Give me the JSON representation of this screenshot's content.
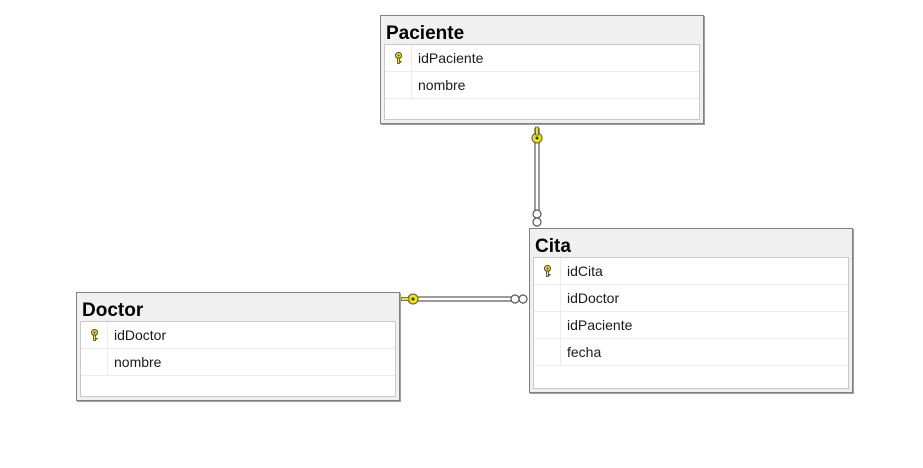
{
  "diagram": {
    "tables": {
      "paciente": {
        "title": "Paciente",
        "columns": [
          "idPaciente",
          "nombre"
        ]
      },
      "cita": {
        "title": "Cita",
        "columns": [
          "idCita",
          "idDoctor",
          "idPaciente",
          "fecha"
        ]
      },
      "doctor": {
        "title": "Doctor",
        "columns": [
          "idDoctor",
          "nombre"
        ]
      }
    },
    "colors": {
      "key": "#f5e600",
      "relationship_line": "#7a7a7a",
      "table_border": "#808080",
      "table_header": "#f0f0f0"
    },
    "relationships": [
      {
        "from": "Paciente.idPaciente",
        "to": "Cita.idPaciente",
        "type": "one-to-many"
      },
      {
        "from": "Doctor.idDoctor",
        "to": "Cita.idDoctor",
        "type": "one-to-many"
      }
    ]
  }
}
